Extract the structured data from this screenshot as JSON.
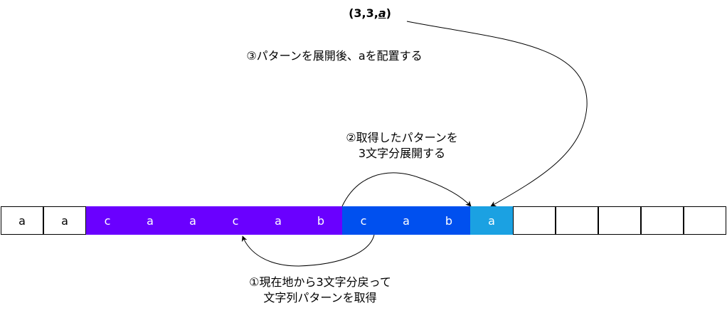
{
  "tuple": {
    "prefix": "(3,3,",
    "letter": "a",
    "suffix": ")"
  },
  "step3": "③パターンを展開後、aを配置する",
  "step2": {
    "line1": "②取得したパターンを",
    "line2": "3文字分展開する"
  },
  "step1": {
    "line1": "①現在地から3文字分戻って",
    "line2": "文字列パターンを取得"
  },
  "colors": {
    "purple": "#6a00ff",
    "blue": "#0050ef",
    "light_blue": "#1ba1e2",
    "white": "#ffffff"
  },
  "cells": [
    {
      "text": "a",
      "fill": "white"
    },
    {
      "text": "a",
      "fill": "white"
    },
    {
      "text": "c",
      "fill": "purple"
    },
    {
      "text": "a",
      "fill": "purple"
    },
    {
      "text": "a",
      "fill": "purple"
    },
    {
      "text": "c",
      "fill": "purple"
    },
    {
      "text": "a",
      "fill": "purple"
    },
    {
      "text": "b",
      "fill": "purple"
    },
    {
      "text": "c",
      "fill": "blue"
    },
    {
      "text": "a",
      "fill": "blue"
    },
    {
      "text": "b",
      "fill": "blue"
    },
    {
      "text": "a",
      "fill": "light_blue"
    },
    {
      "text": "",
      "fill": "white"
    },
    {
      "text": "",
      "fill": "white"
    },
    {
      "text": "",
      "fill": "white"
    },
    {
      "text": "",
      "fill": "white"
    },
    {
      "text": "",
      "fill": "white"
    }
  ]
}
